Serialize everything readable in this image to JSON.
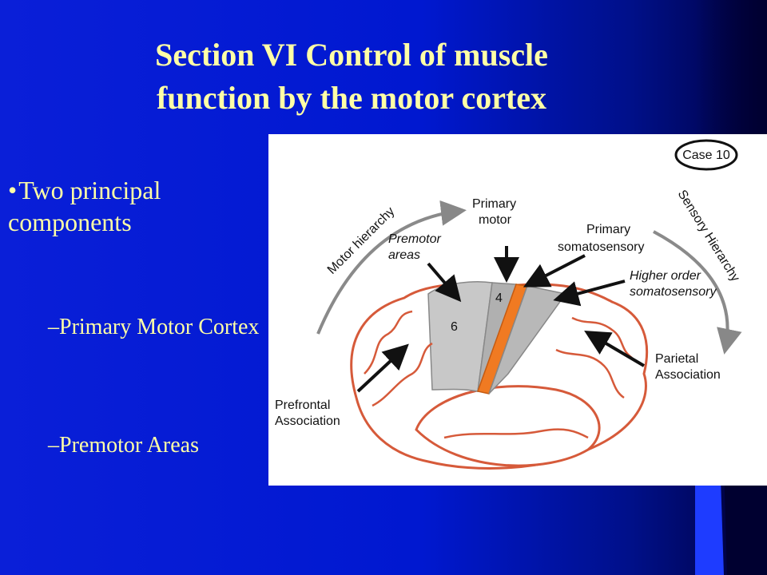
{
  "slide": {
    "title_line1": "Section VI Control of muscle",
    "title_line2": "function by the motor cortex",
    "bullet": "Two principal components",
    "bullet_dot": "•",
    "sub1": "–Primary Motor Cortex",
    "sub2": "–Premotor Areas"
  },
  "diagram": {
    "case_label": "Case 10",
    "motor_hierarchy": "Motor hierarchy",
    "sensory_hierarchy": "Sensory Hierarchy",
    "primary_motor_1": "Primary",
    "primary_motor_2": "motor",
    "premotor_1": "Premotor",
    "premotor_2": "areas",
    "primary_soma_1": "Primary",
    "primary_soma_2": "somatosensory",
    "higher_1": "Higher order",
    "higher_2": "somatosensory",
    "parietal_1": "Parietal",
    "parietal_2": "Association",
    "prefrontal_1": "Prefrontal",
    "prefrontal_2": "Association",
    "area_4": "4",
    "area_6": "6"
  },
  "colors": {
    "title_text": "#ffffa6",
    "background": "#0018d0",
    "brain_outline": "#d65a3a",
    "primary_motor_strip": "#f07a22",
    "premotor_gray": "#c8c8c8"
  }
}
